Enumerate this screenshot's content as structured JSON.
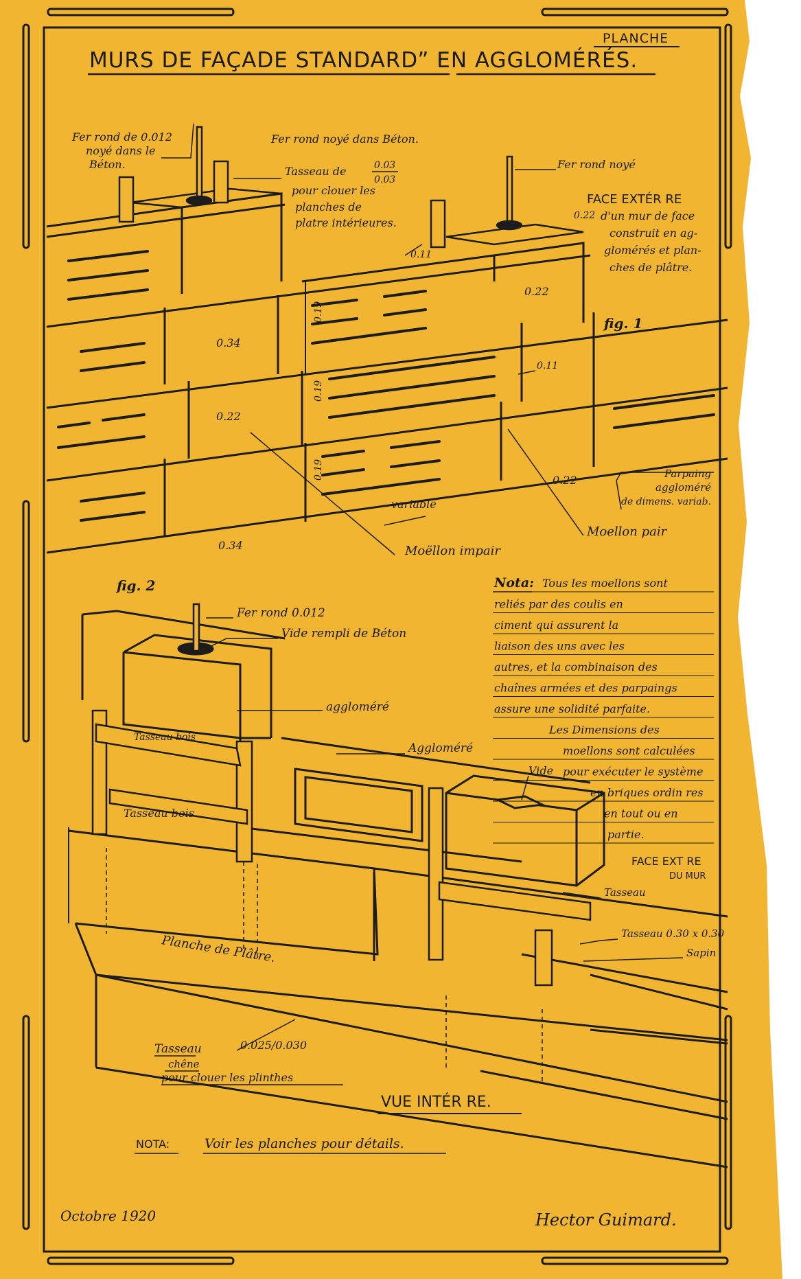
{
  "sheet": {
    "title_main": "MURS DE FAÇADE STANDARD” EN AGGLOMÉRÉS.",
    "planche": "PLANCHE",
    "date": "Octobre 1920",
    "signature": "Hector Guimard.",
    "bottom_nota_label": "NOTA:",
    "bottom_nota_text": "Voir les planches pour détails.",
    "vue": "VUE INTÉR RE.",
    "colors": {
      "paper": "#f2b531",
      "ink": "#1c1c1c"
    }
  },
  "fig1": {
    "label": "fig. 1",
    "fer_rond_012_l1": "Fer rond de 0.012",
    "fer_rond_012_l2": "noyé dans le",
    "fer_rond_012_l3": "Béton.",
    "fer_rond_noye_beton": "Fer rond noyé dans Béton.",
    "tasseau_l1": "Tasseau de",
    "tasseau_frac_top": "0.03",
    "tasseau_frac_bot": "0.03",
    "tasseau_l2": "pour clouer les",
    "tasseau_l3": "planches de",
    "tasseau_l4": "platre intérieures.",
    "fer_rond_noye": "Fer rond noyé",
    "face_ext_l1": "FACE EXTÉR RE",
    "face_ext_l2": "d'un mur de face",
    "face_ext_l3": "construit en ag-",
    "face_ext_l4": "glomérés et plan-",
    "face_ext_l5": "ches de plâtre.",
    "dim_022_a": "0.22",
    "dim_022_b": "0.22",
    "dim_022_c": "0.22",
    "dim_022_d": "0.22",
    "dim_011_a": "0.11",
    "dim_011_b": "0.11",
    "dim_034_a": "0.34",
    "dim_034_b": "0.34",
    "dim_019_a": "0.19",
    "dim_019_b": "0.19",
    "dim_019_c": "0.19",
    "variable": "variable",
    "parpaing_l1": "Parpaing",
    "parpaing_l2": "aggloméré",
    "parpaing_l3": "de dimens. variab.",
    "moellon_pair": "Moellon pair",
    "moellon_impair": "Moëllon impair"
  },
  "fig2": {
    "label": "fig. 2",
    "fer_rond": "Fer rond 0.012",
    "vide_rempli": "Vide rempli de Béton",
    "agglomere_a": "aggloméré",
    "agglomere_b": "Aggloméré",
    "tasseau_bois_a": "Tasseau bois",
    "tasseau_bois_b": "Tasseau bois",
    "vide": "Vide",
    "face_ext_l1": "FACE EXT RE",
    "face_ext_l2": "DU MUR",
    "tasseau": "Tasseau",
    "tasseau_030": "Tasseau 0.30 x 0.30",
    "sapin": "Sapin",
    "planche_platre": "Planche de Plâtre.",
    "tasseau_chene_l1": "Tasseau",
    "tasseau_chene_l2": "chêne",
    "tasseau_chene_l3": "pour clouer les plinthes",
    "tasseau_chene_dim": "0.025/0.030"
  },
  "nota": {
    "label": "Nota:",
    "lines": [
      "Tous les moellons sont",
      "reliés par des coulis en",
      "ciment qui assurent la",
      "liaison des uns avec les",
      "autres, et la combinaison des",
      "chaînes armées et des parpaings",
      "assure une solidité parfaite.",
      "Les Dimensions des",
      "moellons sont calculées",
      "pour exécuter le système",
      "en briques ordin res",
      "en tout ou en",
      "partie."
    ]
  }
}
